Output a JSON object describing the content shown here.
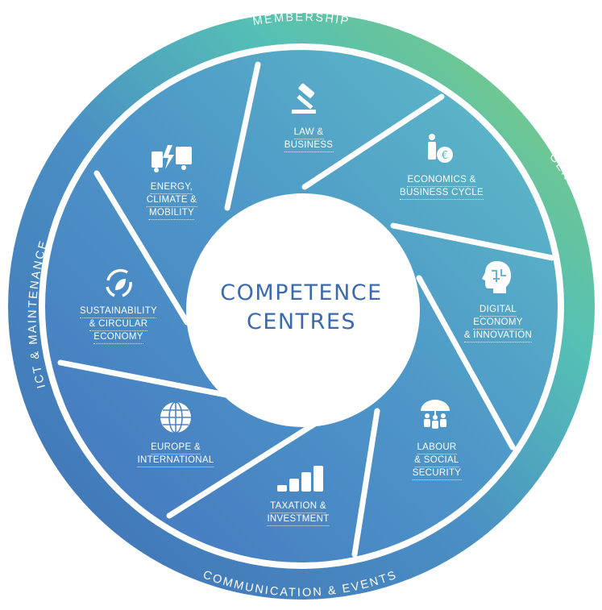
{
  "center": {
    "line1": "COMPETENCE",
    "line2": "CENTRES"
  },
  "ring": {
    "top": "MEMBERSHIP",
    "right": "GENERAL SUPPORT (FINANCE, HR, ...)",
    "bottom": "COMMUNICATION & EVENTS",
    "left": "ICT & MAINTENANCE"
  },
  "segments": [
    {
      "id": "law",
      "icon": "gavel-icon",
      "lines": [
        "LAW &",
        "BUSINESS"
      ]
    },
    {
      "id": "economics",
      "icon": "person-euro-icon",
      "lines": [
        "ECONOMICS &",
        "BUSINESS CYCLE"
      ]
    },
    {
      "id": "digital",
      "icon": "brain-circuit-icon",
      "lines": [
        "DIGITAL",
        "ECONOMY",
        "& INNOVATION"
      ]
    },
    {
      "id": "labour",
      "icon": "umbrella-people-icon",
      "lines": [
        "LABOUR",
        "& SOCIAL",
        "SECURITY"
      ]
    },
    {
      "id": "taxation",
      "icon": "coin-stacks-icon",
      "lines": [
        "TAXATION &",
        "INVESTMENT"
      ]
    },
    {
      "id": "europe",
      "icon": "globe-icon",
      "lines": [
        "EUROPE &",
        "INTERNATIONAL"
      ]
    },
    {
      "id": "sustainability",
      "icon": "recycle-leaf-icon",
      "lines": [
        "SUSTAINABILITY",
        "& CIRCULAR",
        "ECONOMY"
      ]
    },
    {
      "id": "energy",
      "icon": "truck-energy-icon",
      "lines": [
        "ENERGY,",
        "CLIMATE &",
        "MOBILITY"
      ]
    }
  ],
  "colors": {
    "ring_green": "#7dc57d",
    "ring_teal": "#55c0b5",
    "ring_blue": "#3f76b8",
    "segment_teal": "#5bb5c5",
    "segment_blue": "#4a82c2",
    "center_text": "#3c6aae"
  }
}
